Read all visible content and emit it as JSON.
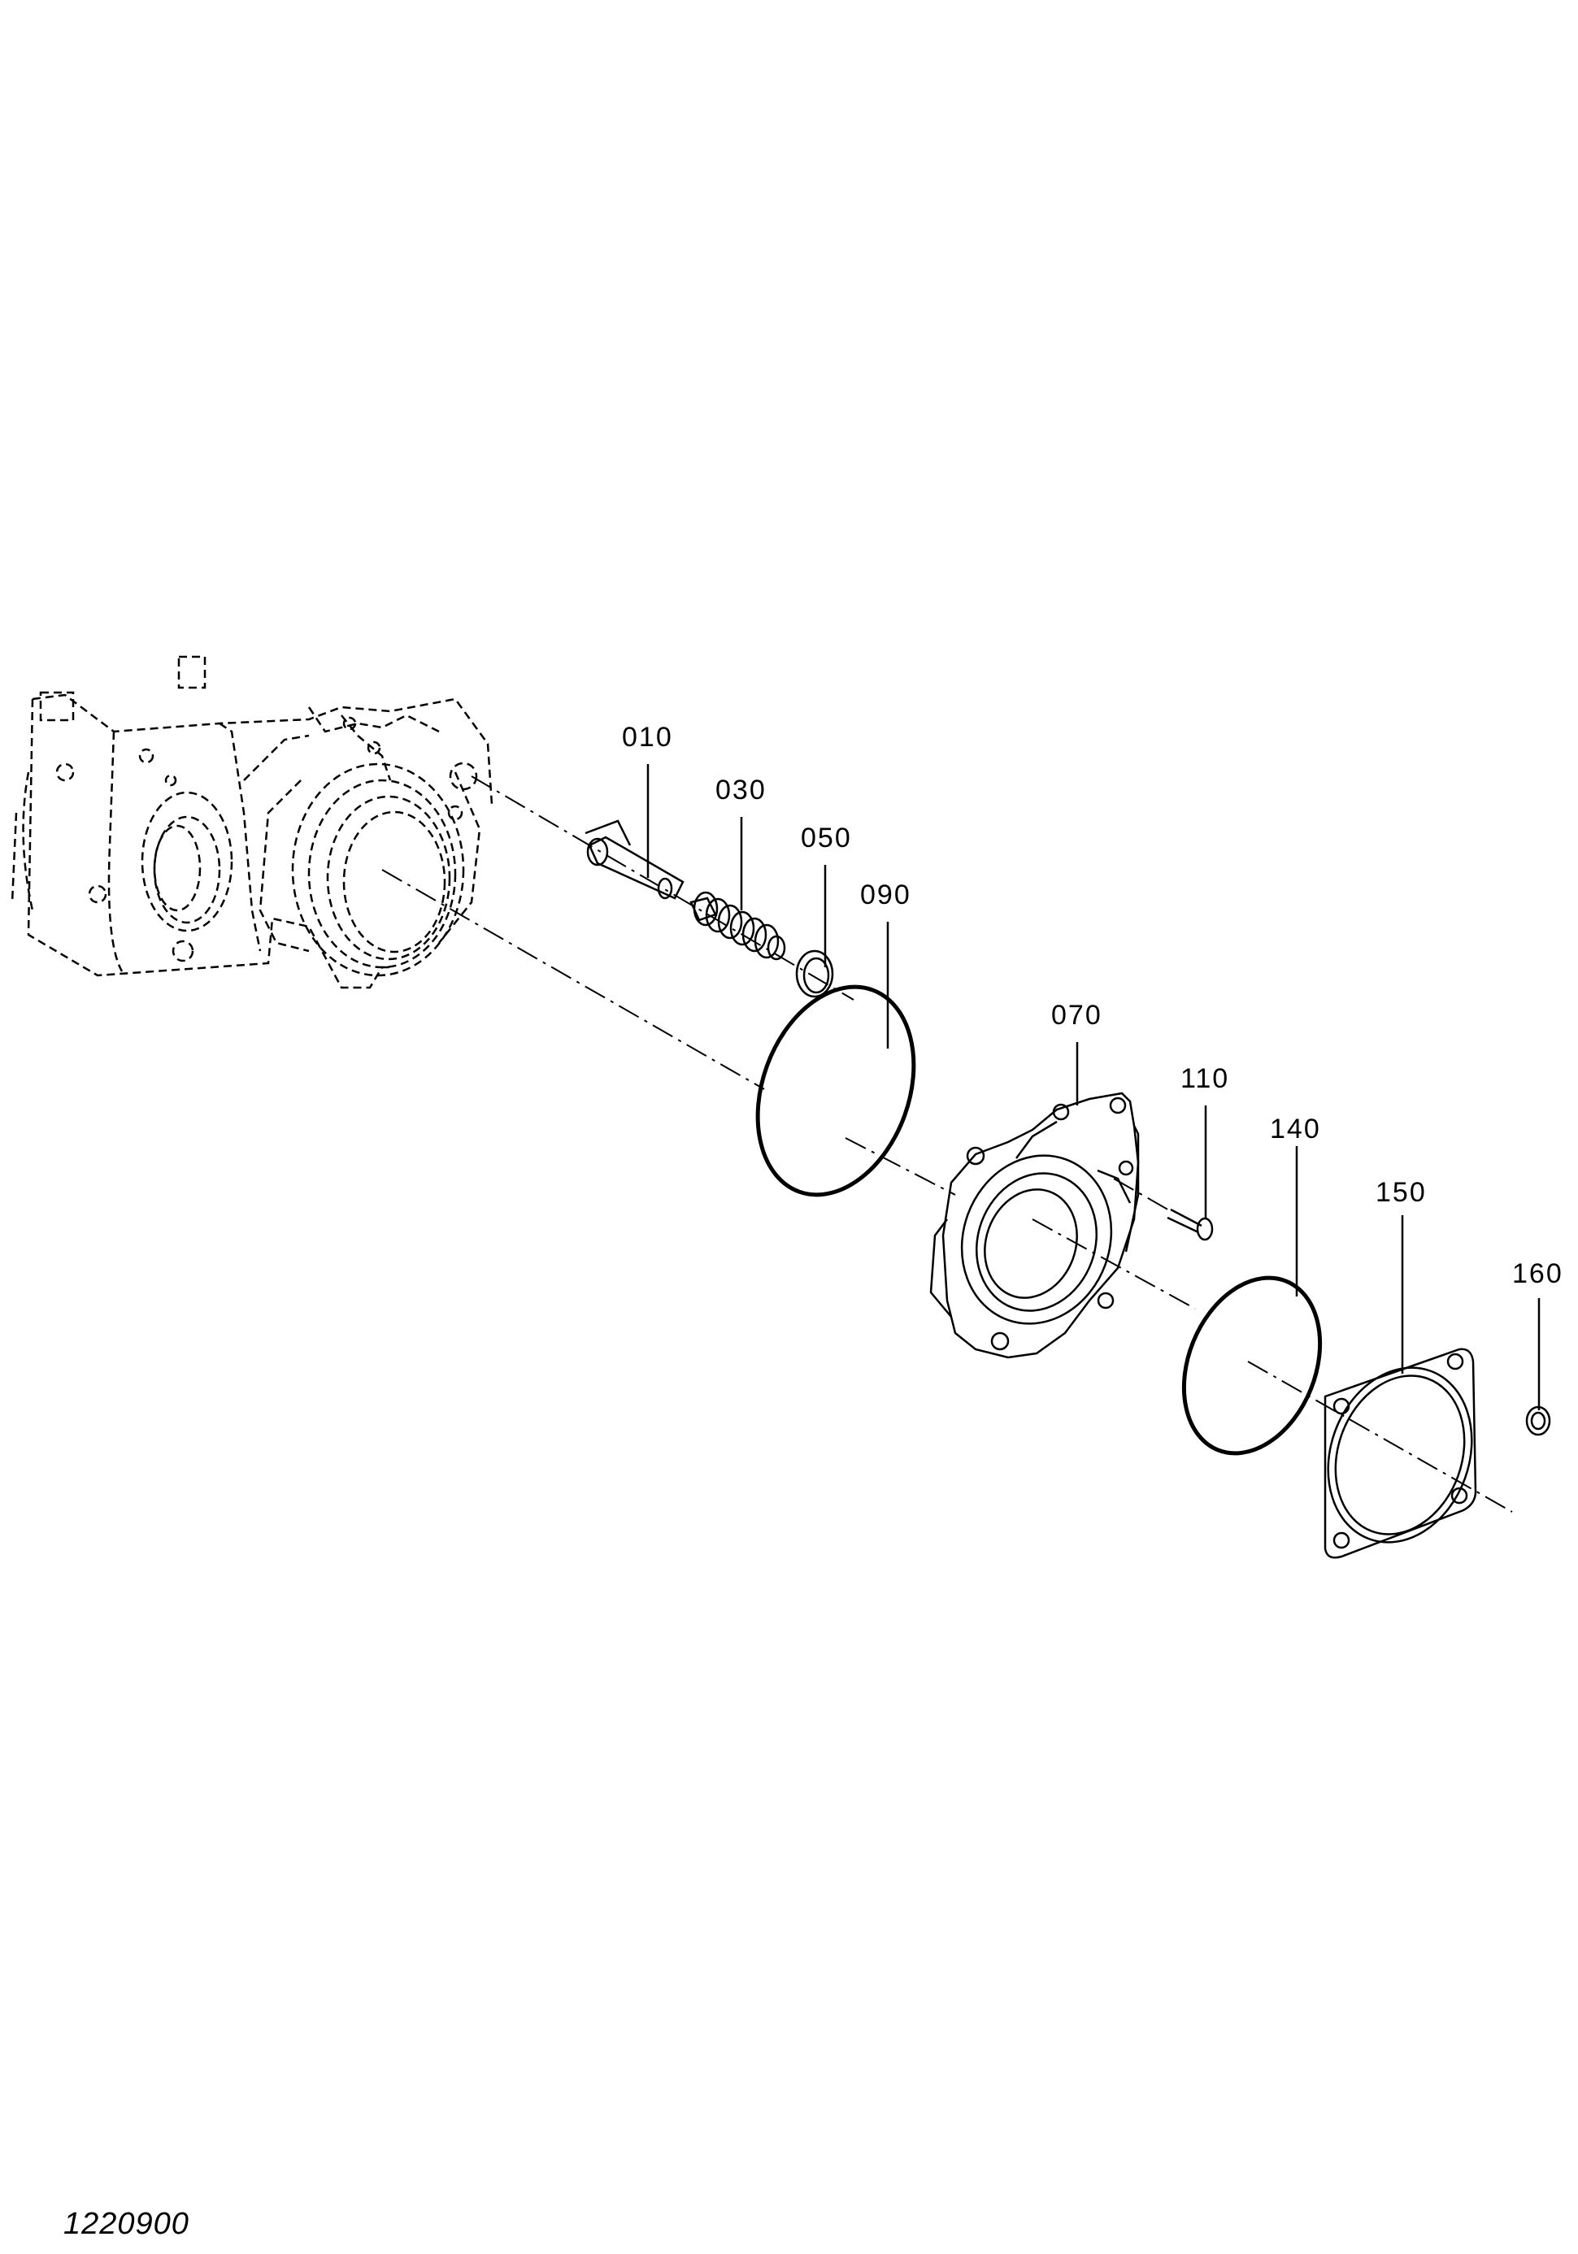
{
  "diagram": {
    "document_number": "1220900",
    "part_labels": {
      "p010": "010",
      "p030": "030",
      "p050": "050",
      "p070": "070",
      "p090": "090",
      "p110": "110",
      "p140": "140",
      "p150": "150",
      "p160": "160"
    }
  }
}
